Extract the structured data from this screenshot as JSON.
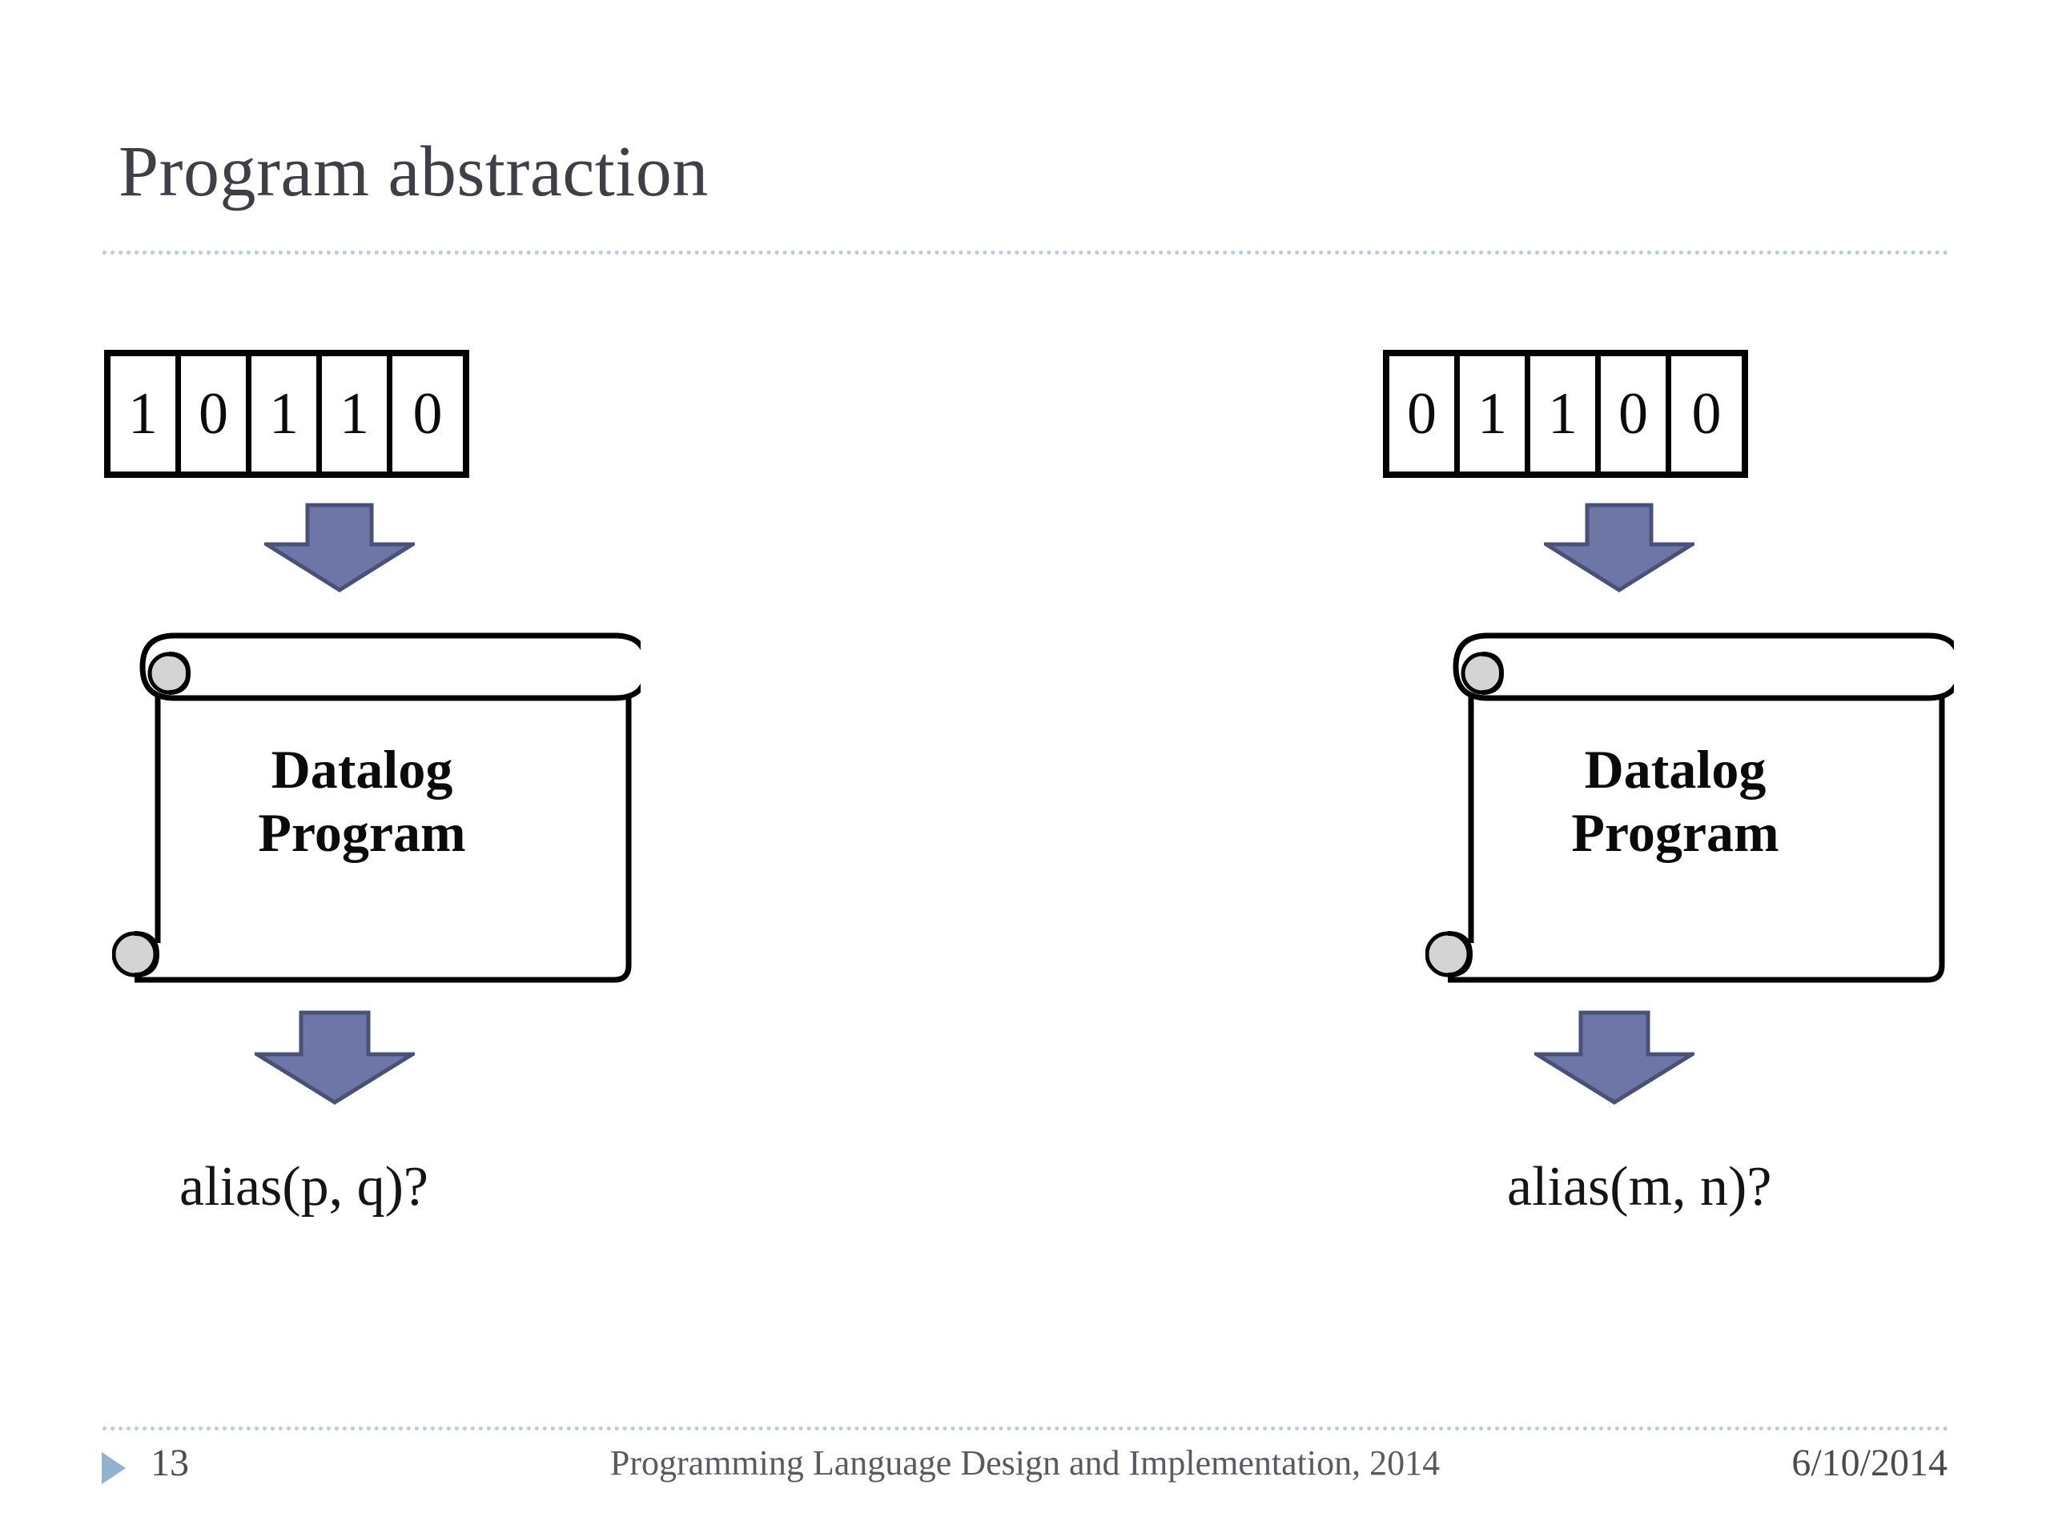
{
  "slide": {
    "title": "Program abstraction",
    "title_color": "#3f3f47",
    "background_color": "#ffffff",
    "accent_arrow_color": "#6d76a6",
    "accent_arrow_outline": "#4a5178",
    "rule_color": "#b9cbdd"
  },
  "columns": [
    {
      "id": "left",
      "bits": [
        "1",
        "0",
        "1",
        "1",
        "0"
      ],
      "arrow_top_icon": "down-arrow-icon",
      "document": {
        "icon": "scroll-document-icon",
        "line1": "Datalog",
        "line2": "Program"
      },
      "arrow_bottom_icon": "down-arrow-icon",
      "query": "alias(p, q)?"
    },
    {
      "id": "right",
      "bits": [
        "0",
        "1",
        "1",
        "0",
        "0"
      ],
      "arrow_top_icon": "down-arrow-icon",
      "document": {
        "icon": "scroll-document-icon",
        "line1": "Datalog",
        "line2": "Program"
      },
      "arrow_bottom_icon": "down-arrow-icon",
      "query": "alias(m, n)?"
    }
  ],
  "footer": {
    "bullet_icon": "triangle-right-icon",
    "bullet_color": "#92b3cf",
    "slide_number": "13",
    "center_text": "Programming Language Design and Implementation, 2014",
    "date": "6/10/2014"
  }
}
